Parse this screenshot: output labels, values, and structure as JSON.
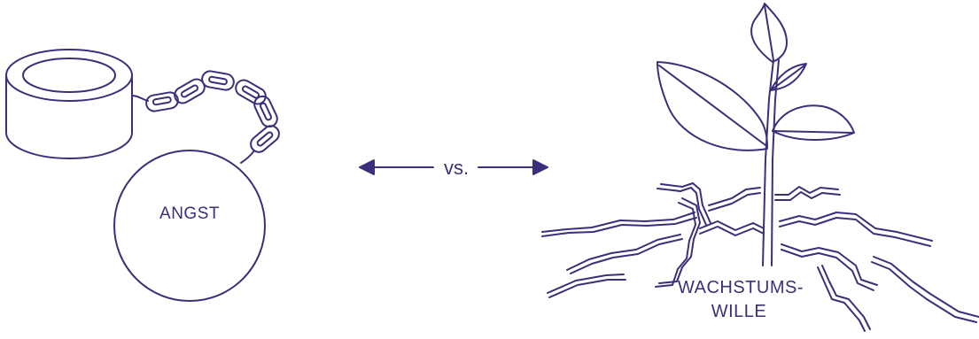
{
  "colors": {
    "line": "#3b2f7a",
    "background": "#ffffff"
  },
  "left_figure": {
    "icon": "ball-and-chain-icon",
    "label": "ANGST"
  },
  "connector": {
    "icon": "double-arrow-icon",
    "label": "vs."
  },
  "right_figure": {
    "icon": "plant-through-cracked-ground-icon",
    "label_line1": "WACHSTUMS-",
    "label_line2": "WILLE"
  }
}
